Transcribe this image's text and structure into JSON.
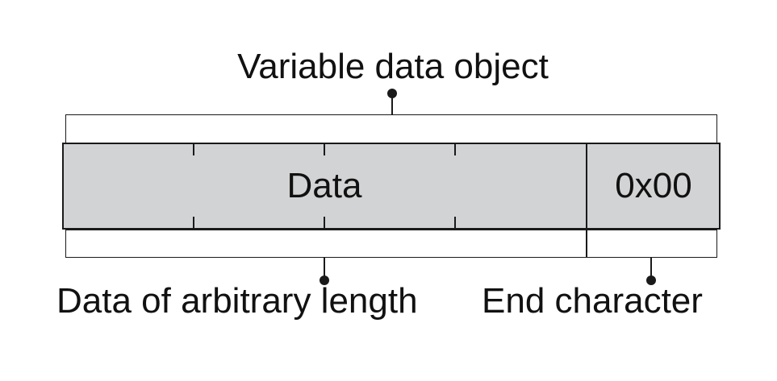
{
  "labels": {
    "top": "Variable data object",
    "data": "Data",
    "end_byte": "0x00",
    "bottom_left": "Data of arbitrary length",
    "bottom_right": "End character"
  },
  "colors": {
    "box_fill": "#d2d3d4",
    "line": "#1a1a1a",
    "text": "#111111",
    "background": "#ffffff"
  }
}
